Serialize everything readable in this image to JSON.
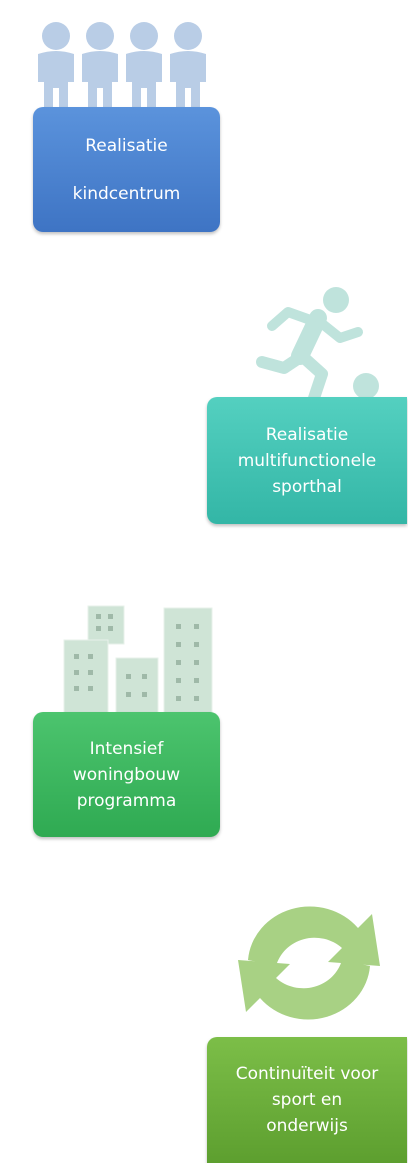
{
  "steps": [
    {
      "id": "kindcentrum",
      "icon": "children-group-icon",
      "lines": [
        "Realisatie",
        "kindcentrum"
      ],
      "color_top": "#5b93dc",
      "color_bottom": "#3e74c4",
      "icon_color": "#b9cde6"
    },
    {
      "id": "sporthal",
      "icon": "running-person-icon",
      "lines": [
        "Realisatie",
        "multifunctionele",
        "sporthal"
      ],
      "color_top": "#54d0c0",
      "color_bottom": "#33b6a6",
      "icon_color": "#bfe3dc"
    },
    {
      "id": "woningbouw",
      "icon": "buildings-icon",
      "lines": [
        "Intensief",
        "woningbouw",
        "programma"
      ],
      "color_top": "#4cc46e",
      "color_bottom": "#2faa52",
      "icon_color": "#cfe4d6"
    },
    {
      "id": "continuiteit",
      "icon": "refresh-cycle-icon",
      "lines": [
        "Continuïteit voor",
        "sport en",
        "onderwijs"
      ],
      "color_top": "#7cbe48",
      "color_bottom": "#5d9f2f",
      "icon_color": "#a8d184"
    }
  ]
}
